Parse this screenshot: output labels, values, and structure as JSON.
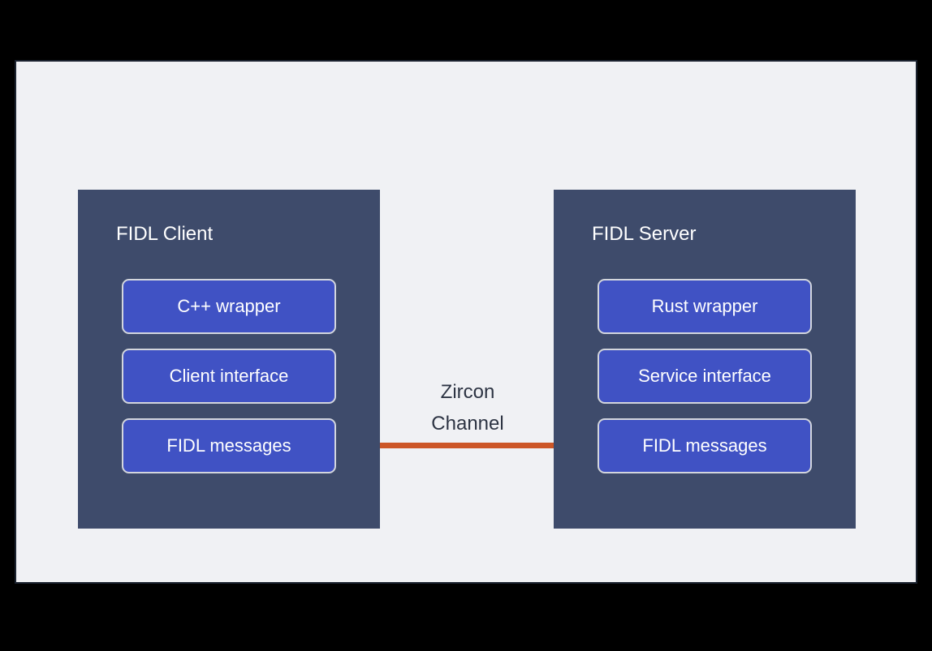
{
  "canvas": {
    "background_color": "#f0f1f4",
    "border_color": "#1c2330",
    "outer_background_color": "#000000"
  },
  "colors": {
    "panel_fill": "#3e4b6b",
    "box_fill": "#4052c4",
    "box_border": "#d3d6dd",
    "connector": "#cc5627",
    "panel_title_text": "#ffffff",
    "box_text": "#ffffff",
    "channel_label_text": "#2d3443"
  },
  "panels": [
    {
      "id": "fidl-client",
      "title": "FIDL Client",
      "boxes": [
        {
          "label": "C++ wrapper"
        },
        {
          "label": "Client interface"
        },
        {
          "label": "FIDL messages"
        }
      ]
    },
    {
      "id": "fidl-server",
      "title": "FIDL Server",
      "boxes": [
        {
          "label": "Rust wrapper"
        },
        {
          "label": "Service interface"
        },
        {
          "label": "FIDL messages"
        }
      ]
    }
  ],
  "connector": {
    "label": "Zircon\nChannel",
    "label_line_1": "Zircon",
    "label_line_2": "Channel",
    "from": "fidl-client.FIDL messages",
    "to": "fidl-server.FIDL messages"
  }
}
